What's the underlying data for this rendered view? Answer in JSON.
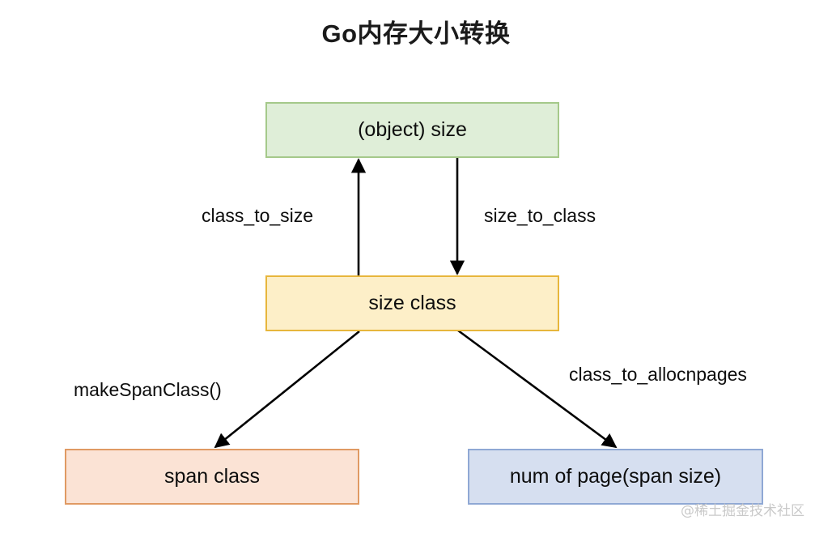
{
  "diagram": {
    "title": "Go内存大小转换",
    "nodes": [
      {
        "id": "object-size",
        "label": "(object) size",
        "fill": "#dfeed8",
        "stroke": "#a5c98a"
      },
      {
        "id": "size-class",
        "label": "size class",
        "fill": "#fdefc8",
        "stroke": "#e7b63c"
      },
      {
        "id": "span-class",
        "label": "span class",
        "fill": "#fbe3d5",
        "stroke": "#e09a63"
      },
      {
        "id": "num-of-page",
        "label": "num of page(span size)",
        "fill": "#d6dff0",
        "stroke": "#8fa8d4"
      }
    ],
    "edges": [
      {
        "id": "class-to-size",
        "label": "class_to_size",
        "from": "size-class",
        "to": "object-size"
      },
      {
        "id": "size-to-class",
        "label": "size_to_class",
        "from": "object-size",
        "to": "size-class"
      },
      {
        "id": "make-span-class",
        "label": "makeSpanClass()",
        "from": "size-class",
        "to": "span-class"
      },
      {
        "id": "class-to-allocnpages",
        "label": "class_to_allocnpages",
        "from": "size-class",
        "to": "num-of-page"
      }
    ],
    "edge_color": "#000000",
    "watermark": "@稀土掘金技术社区"
  }
}
